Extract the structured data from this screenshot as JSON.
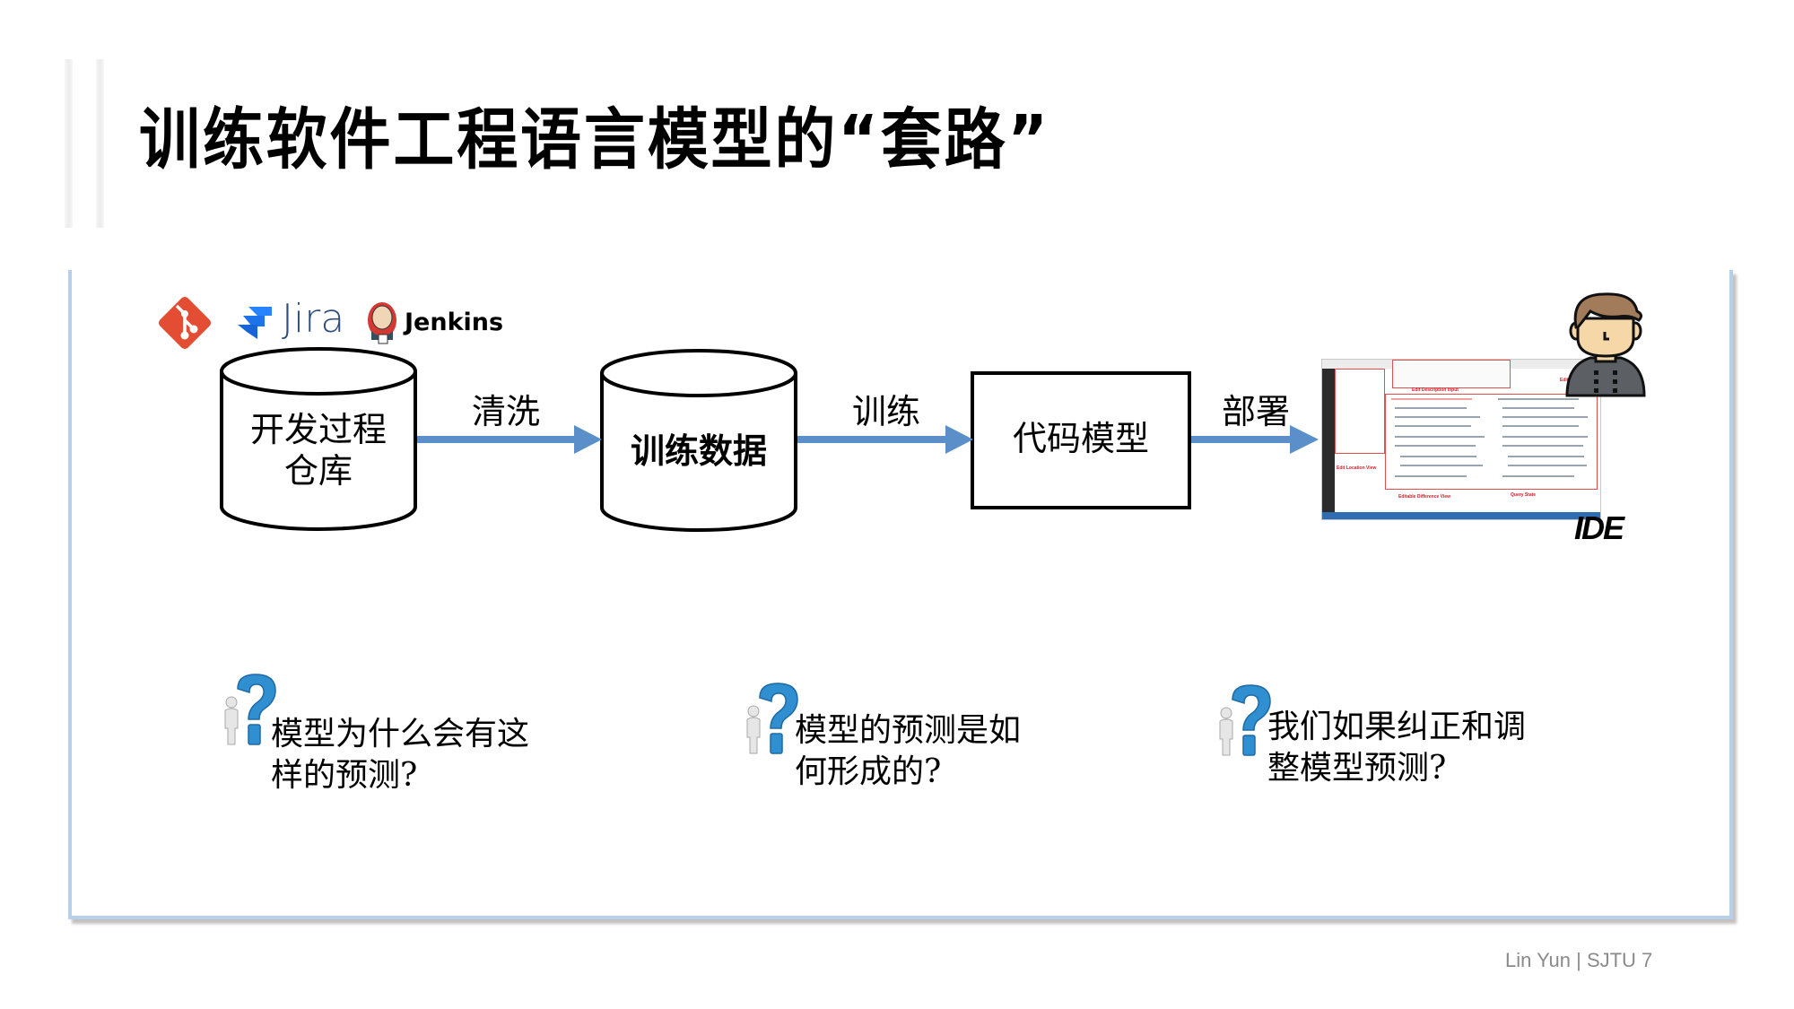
{
  "slide": {
    "title": "训练软件工程语言模型的“套路”",
    "footer": "Lin Yun | SJTU 7"
  },
  "logos": {
    "git": {
      "icon": "git-logo-icon",
      "color": "#e24d33"
    },
    "jira": {
      "icon": "jira-logo-icon",
      "label": "Jira",
      "color": "#2f6fc4"
    },
    "jenkins": {
      "icon": "jenkins-logo-icon",
      "label": "Jenkins"
    }
  },
  "pipeline": {
    "nodes": [
      {
        "id": "repo",
        "shape": "cylinder",
        "label_lines": [
          "开发过程",
          "仓库"
        ]
      },
      {
        "id": "data",
        "shape": "cylinder",
        "label_lines": [
          "训练数据"
        ]
      },
      {
        "id": "model",
        "shape": "rectangle",
        "label_lines": [
          "代码模型"
        ]
      },
      {
        "id": "ide",
        "shape": "image",
        "label_lines": [
          "IDE"
        ]
      }
    ],
    "edges": [
      {
        "from": "repo",
        "to": "data",
        "label": "清洗"
      },
      {
        "from": "data",
        "to": "model",
        "label": "训练"
      },
      {
        "from": "model",
        "to": "ide",
        "label": "部署"
      }
    ],
    "arrow_color": "#5b8fc9"
  },
  "ide_screenshot": {
    "annotations": [
      "Edit Description Input",
      "Edit Op... Buttons",
      "Edit Location View",
      "Editable Difference View",
      "Query State"
    ]
  },
  "questions": [
    {
      "icon": "question-mark-person-icon",
      "lines": [
        "模型为什么会有这",
        "样的预测?"
      ]
    },
    {
      "icon": "question-mark-person-icon",
      "lines": [
        "模型的预测是如",
        "何形成的?"
      ]
    },
    {
      "icon": "question-mark-person-icon",
      "lines": [
        "我们如果纠正和调",
        "整模型预测?"
      ]
    }
  ]
}
